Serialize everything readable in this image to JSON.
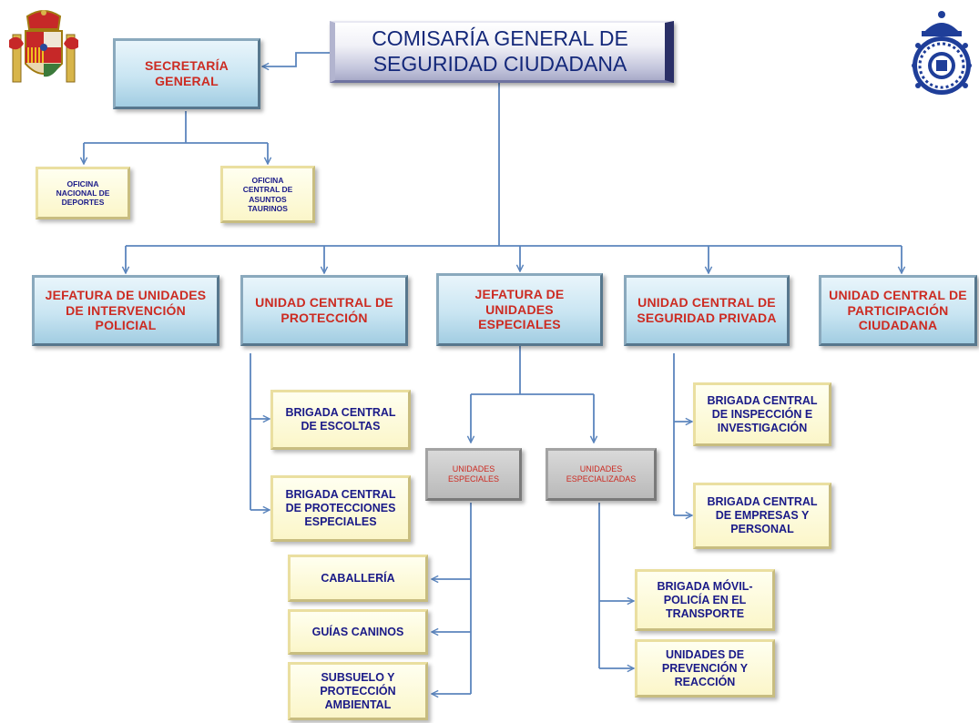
{
  "nodes": {
    "comisaria": "COMISARÍA GENERAL DE\nSEGURIDAD CIUDADANA",
    "secretaria": "SECRETARÍA\nGENERAL",
    "oficina_deportes": "OFICINA\nNACIONAL DE\nDEPORTES",
    "oficina_taurinos": "OFICINA\nCENTRAL DE\nASUNTOS\nTAURINOS",
    "jefatura_intervencion": "JEFATURA DE UNIDADES\nDE INTERVENCIÓN\nPOLICIAL",
    "unidad_proteccion": "UNIDAD CENTRAL DE\nPROTECCIÓN",
    "jefatura_especiales": "JEFATURA DE\nUNIDADES\nESPECIALES",
    "unidad_seguridad_privada": "UNIDAD CENTRAL DE\nSEGURIDAD PRIVADA",
    "unidad_participacion": "UNIDAD CENTRAL DE\nPARTICIPACIÓN\nCIUDADANA",
    "brigada_escoltas": "BRIGADA CENTRAL\nDE ESCOLTAS",
    "brigada_protecciones": "BRIGADA CENTRAL\nDE PROTECCIONES\nESPECIALES",
    "unidades_especiales": "UNIDADES\nESPECIALES",
    "unidades_especializadas": "UNIDADES\nESPECIALIZADAS",
    "brigada_inspeccion": "BRIGADA CENTRAL\nDE INSPECCIÓN E\nINVESTIGACIÓN",
    "brigada_empresas": "BRIGADA CENTRAL\nDE EMPRESAS Y\nPERSONAL",
    "caballeria": "CABALLERÍA",
    "guias_caninos": "GUÍAS CANINOS",
    "subsuelo": "SUBSUELO Y\nPROTECCIÓN\nAMBIENTAL",
    "brigada_movil": "BRIGADA MÓVIL-\nPOLICÍA EN EL\nTRANSPORTE",
    "unidades_prevencion": "UNIDADES DE\nPREVENCIÓN Y\nREACCIÓN"
  },
  "colors": {
    "connector": "#5b85bd",
    "title_text": "#14287a",
    "blue_box_text": "#cc2b22",
    "yellow_box_text": "#1a1a88"
  },
  "icons": {
    "left": "spain-coat-of-arms-icon",
    "right": "policia-nacional-emblem-icon"
  }
}
